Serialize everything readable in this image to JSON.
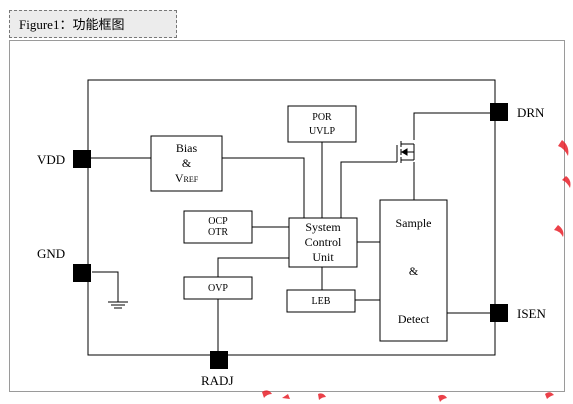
{
  "caption": "Figure1：功能框图",
  "pins": {
    "vdd": "VDD",
    "gnd": "GND",
    "drn": "DRN",
    "isen": "ISEN",
    "radj": "RADJ"
  },
  "blocks": {
    "bias": {
      "line1": "Bias",
      "line2": "&",
      "line3_main": "V",
      "line3_sub": "REF"
    },
    "por": {
      "line1": "POR",
      "line2": "UVLP"
    },
    "ocp": {
      "line1": "OCP",
      "line2": "OTR"
    },
    "system": {
      "line1": "System",
      "line2": "Control",
      "line3": "Unit"
    },
    "ovp": {
      "line1": "OVP"
    },
    "leb": {
      "line1": "LEB"
    },
    "sample": {
      "line1": "Sample",
      "line2": "&",
      "line3": "Detect"
    }
  },
  "colors": {
    "line": "#000000",
    "pad": "#000000",
    "watermark": "#e8202a"
  },
  "icons": [
    "ground-icon",
    "mosfet-icon",
    "pin-pad"
  ]
}
